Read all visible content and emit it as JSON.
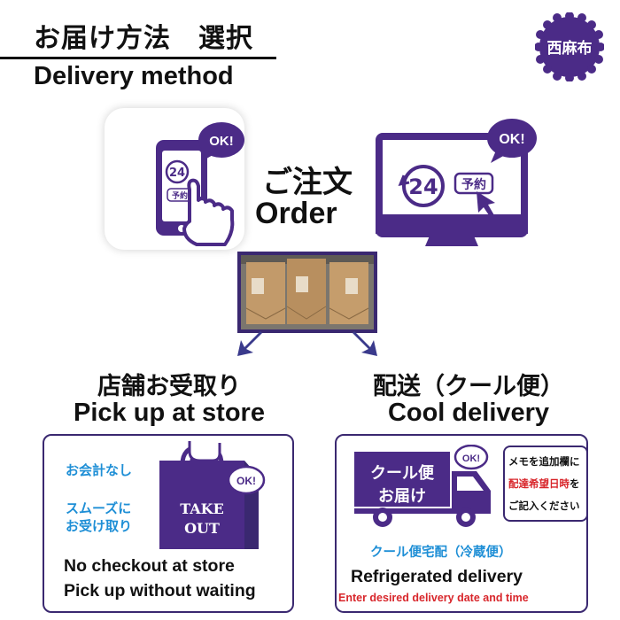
{
  "header": {
    "title_jp": "お届け方法　選択",
    "title_en": "Delivery method"
  },
  "badge": {
    "label": "西麻布",
    "color": "#4b2b87"
  },
  "order": {
    "phone_ok": "OK!",
    "phone_24": "24",
    "phone_reserve": "予約",
    "title_jp": "ご注文",
    "title_en": "Order",
    "monitor_ok": "OK!",
    "monitor_24": "24",
    "monitor_reserve": "予約"
  },
  "pickup": {
    "heading_jp": "店舗お受取り",
    "heading_en": "Pick up at store",
    "note1": "お会計なし",
    "note2_line1": "スムーズに",
    "note2_line2": "お受け取り",
    "bag_ok": "OK!",
    "bag_text1": "TAKE",
    "bag_text2": "OUT",
    "line1": "No checkout at store",
    "line2": "Pick up without waiting"
  },
  "cool": {
    "heading_jp": "配送（クール便）",
    "heading_en": "Cool delivery",
    "truck_label1": "クール便",
    "truck_label2": "お届け",
    "truck_ok": "OK!",
    "memo1": "メモを追加欄に",
    "memo2_red": "配達希望日時",
    "memo2_tail": "を",
    "memo3": "ご記入ください",
    "subtitle": "クール便宅配（冷蔵便）",
    "line1": "Refrigerated delivery",
    "line2": "Enter desired delivery date and time"
  },
  "colors": {
    "accent": "#3a2870",
    "purple": "#4b2b87",
    "blue_text": "#1f8fd6",
    "red_text": "#d8262b"
  }
}
